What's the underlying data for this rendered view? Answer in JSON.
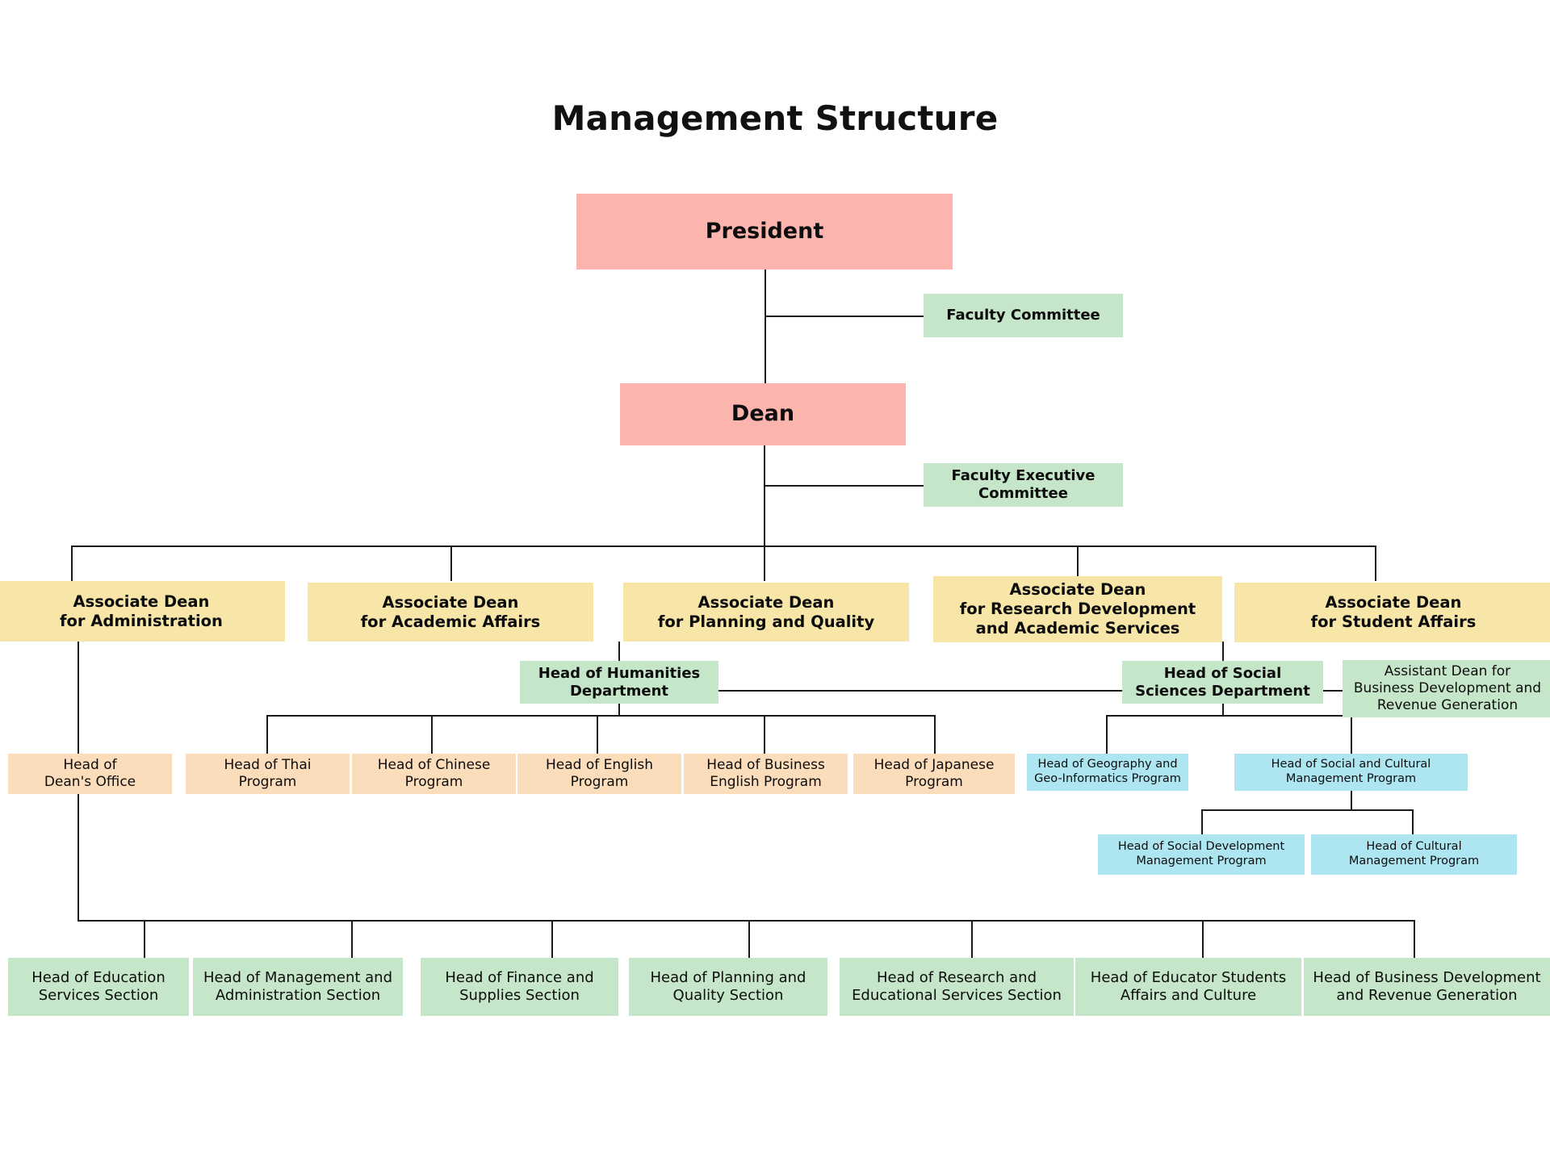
{
  "title": "Management Structure",
  "colors": {
    "pink": "#fbb4ae",
    "yellow": "#f7e6a8",
    "green": "#c5e6c8",
    "orange": "#fbdcbb",
    "blue": "#ade6f0",
    "line": "#1a1a1a",
    "background": "#ffffff"
  },
  "chart_data": {
    "type": "diagram",
    "subtype": "organizational-chart",
    "title": "Management Structure",
    "nodes": [
      {
        "id": "president",
        "label": "President",
        "level": 0,
        "color": "pink"
      },
      {
        "id": "faculty-committee",
        "label": "Faculty Committee",
        "level": 1,
        "color": "green",
        "relation": "advisory-to-president"
      },
      {
        "id": "dean",
        "label": "Dean",
        "level": 1,
        "color": "pink",
        "parent": "president"
      },
      {
        "id": "faculty-executive-committee",
        "label": "Faculty Executive\nCommittee",
        "level": 2,
        "color": "green",
        "relation": "advisory-to-dean"
      },
      {
        "id": "assoc-dean-administration",
        "label": "Associate Dean\nfor Administration",
        "level": 2,
        "color": "yellow",
        "parent": "dean"
      },
      {
        "id": "assoc-dean-academic-affairs",
        "label": "Associate Dean\nfor Academic Affairs",
        "level": 2,
        "color": "yellow",
        "parent": "dean"
      },
      {
        "id": "assoc-dean-planning-quality",
        "label": "Associate Dean\nfor Planning and Quality",
        "level": 2,
        "color": "yellow",
        "parent": "dean"
      },
      {
        "id": "assoc-dean-research-development",
        "label": "Associate Dean\nfor Research Development\nand Academic Services",
        "level": 2,
        "color": "yellow",
        "parent": "dean"
      },
      {
        "id": "assoc-dean-student-affairs",
        "label": "Associate Dean\nfor Student Affairs",
        "level": 2,
        "color": "yellow",
        "parent": "dean"
      },
      {
        "id": "head-humanities-department",
        "label": "Head of Humanities\nDepartment",
        "level": 3,
        "color": "green",
        "parent": "assoc-dean-planning-quality"
      },
      {
        "id": "head-social-sciences-department",
        "label": "Head of Social\nSciences Department",
        "level": 3,
        "color": "green",
        "parent": "assoc-dean-research-development"
      },
      {
        "id": "assistant-dean-business-development",
        "label": "Assistant Dean for\nBusiness Development and\nRevenue Generation",
        "level": 3,
        "color": "green",
        "relation": "linked-to-social-sciences"
      },
      {
        "id": "head-deans-office",
        "label": "Head of\nDean's Office",
        "level": 4,
        "color": "orange",
        "parent": "assoc-dean-administration"
      },
      {
        "id": "head-thai-program",
        "label": "Head of Thai\nProgram",
        "level": 4,
        "color": "orange",
        "parent": "head-humanities-department"
      },
      {
        "id": "head-chinese-program",
        "label": "Head of Chinese\nProgram",
        "level": 4,
        "color": "orange",
        "parent": "head-humanities-department"
      },
      {
        "id": "head-english-program",
        "label": "Head of English\nProgram",
        "level": 4,
        "color": "orange",
        "parent": "head-humanities-department"
      },
      {
        "id": "head-business-english-program",
        "label": "Head of Business\nEnglish Program",
        "level": 4,
        "color": "orange",
        "parent": "head-humanities-department"
      },
      {
        "id": "head-japanese-program",
        "label": "Head of Japanese\nProgram",
        "level": 4,
        "color": "orange",
        "parent": "head-humanities-department"
      },
      {
        "id": "head-geography-geoinformatics-program",
        "label": "Head of Geography and\nGeo-Informatics Program",
        "level": 4,
        "color": "blue",
        "parent": "head-social-sciences-department"
      },
      {
        "id": "head-social-cultural-management-program",
        "label": "Head of Social and Cultural\nManagement Program",
        "level": 4,
        "color": "blue",
        "parent": "head-social-sciences-department"
      },
      {
        "id": "head-social-development-management-program",
        "label": "Head of Social Development\nManagement Program",
        "level": 5,
        "color": "blue",
        "parent": "head-social-cultural-management-program"
      },
      {
        "id": "head-cultural-management-program",
        "label": "Head of Cultural\nManagement Program",
        "level": 5,
        "color": "blue",
        "parent": "head-social-cultural-management-program"
      },
      {
        "id": "head-education-services-section",
        "label": "Head of Education\nServices Section",
        "level": 6,
        "color": "green",
        "parent": "head-deans-office"
      },
      {
        "id": "head-management-administration-section",
        "label": "Head of Management and\nAdministration Section",
        "level": 6,
        "color": "green",
        "parent": "head-deans-office"
      },
      {
        "id": "head-finance-supplies-section",
        "label": "Head of Finance and\nSupplies Section",
        "level": 6,
        "color": "green",
        "parent": "head-deans-office"
      },
      {
        "id": "head-planning-quality-section",
        "label": "Head of Planning and\nQuality Section",
        "level": 6,
        "color": "green",
        "parent": "head-deans-office"
      },
      {
        "id": "head-research-educational-services-section",
        "label": "Head of Research and\nEducational Services Section",
        "level": 6,
        "color": "green",
        "parent": "head-deans-office"
      },
      {
        "id": "head-educator-students-affairs-culture",
        "label": "Head of Educator Students\nAffairs and Culture",
        "level": 6,
        "color": "green",
        "parent": "head-deans-office"
      },
      {
        "id": "head-business-development-revenue-generation",
        "label": "Head of Business Development\nand Revenue Generation",
        "level": 6,
        "color": "green",
        "parent": "head-deans-office"
      }
    ]
  },
  "nodes": {
    "president": "President",
    "faculty_committee": "Faculty Committee",
    "dean": "Dean",
    "faculty_executive_committee": "Faculty Executive\nCommittee",
    "assoc_dean_administration": "Associate Dean\nfor Administration",
    "assoc_dean_academic_affairs": "Associate Dean\nfor Academic Affairs",
    "assoc_dean_planning_quality": "Associate Dean\nfor Planning and Quality",
    "assoc_dean_research_development": "Associate Dean\nfor Research Development\nand Academic Services",
    "assoc_dean_student_affairs": "Associate Dean\nfor Student Affairs",
    "head_humanities_department": "Head of Humanities\nDepartment",
    "head_social_sciences_department": "Head of Social\nSciences Department",
    "assistant_dean_business_development": "Assistant Dean for\nBusiness Development and\nRevenue Generation",
    "head_deans_office": "Head of\nDean's Office",
    "head_thai_program": "Head of Thai\nProgram",
    "head_chinese_program": "Head of Chinese\nProgram",
    "head_english_program": "Head of English\nProgram",
    "head_business_english_program": "Head of Business\nEnglish Program",
    "head_japanese_program": "Head of Japanese\nProgram",
    "head_geography_geoinformatics_program": "Head of Geography and\nGeo-Informatics Program",
    "head_social_cultural_management_program": "Head of Social and Cultural\nManagement Program",
    "head_social_development_management_program": "Head of Social Development\nManagement Program",
    "head_cultural_management_program": "Head of Cultural\nManagement Program",
    "head_education_services_section": "Head of Education\nServices Section",
    "head_management_administration_section": "Head of Management and\nAdministration Section",
    "head_finance_supplies_section": "Head of Finance and\nSupplies Section",
    "head_planning_quality_section": "Head of Planning and\nQuality Section",
    "head_research_educational_services_section": "Head of Research and\nEducational Services Section",
    "head_educator_students_affairs_culture": "Head of Educator Students\nAffairs and Culture",
    "head_business_development_revenue_generation": "Head of Business Development\nand Revenue Generation"
  }
}
